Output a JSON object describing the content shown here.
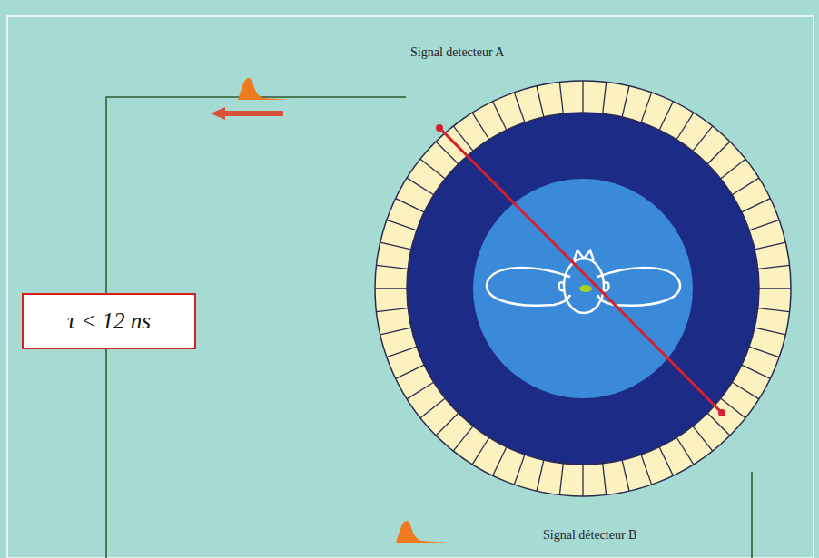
{
  "diagram": {
    "nodes": [
      {
        "text": [
          "τ < 12 ns"
        ]
      }
    ],
    "labels": [
      "Signal detecteur A",
      "Signal détecteur B"
    ]
  }
}
